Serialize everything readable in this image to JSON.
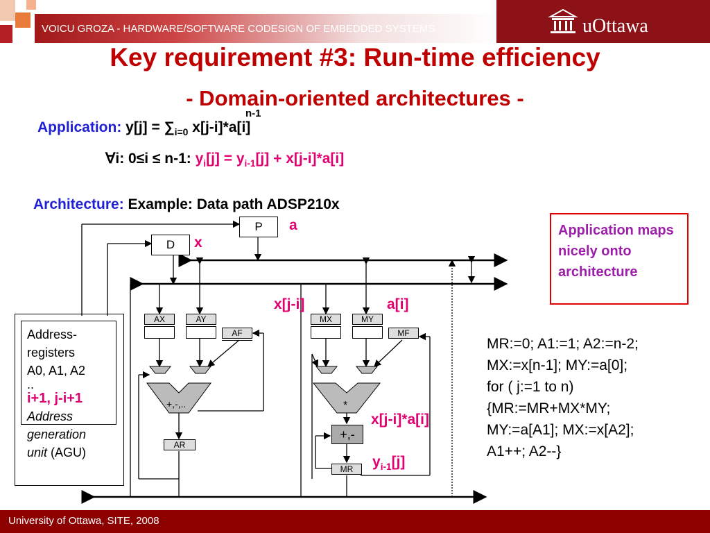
{
  "header": {
    "course": "VOICU GROZA - HARDWARE/SOFTWARE CODESIGN OF EMBEDDED SYSTEMS",
    "logo": "uOttawa",
    "logo_icon": "building-icon"
  },
  "slide": {
    "title": "Key requirement #3: Run-time efficiency",
    "subtitle": "- Domain-oriented architectures -",
    "application_label": "Application:",
    "formula": {
      "lhs": "y[j] = ",
      "sigma": "∑",
      "lower": "i=0",
      "upper": "n-1",
      "rhs": " x[j-i]*a[i]"
    },
    "forall": {
      "quant": "∀i: 0≤i ≤ n-1: ",
      "y1": "y",
      "y1_sub": "i",
      "mid": "[j] = y",
      "y2_sub": "i-1",
      "end": "[j] + x[j-i]*a[i]"
    },
    "architecture_label": "Architecture:",
    "architecture_text": "Example: Data path ADSP210x",
    "note": "Application maps nicely onto architecture",
    "code": [
      "MR:=0; A1:=1; A2:=n-2;",
      "MX:=x[n-1]; MY:=a[0];",
      "for ( j:=1 to n)",
      "{MR:=MR+MX*MY;",
      "MY:=a[A1]; MX:=x[A2];",
      "A1++; A2--}"
    ]
  },
  "diagram": {
    "P": "P",
    "D": "D",
    "a": "a",
    "x": "x",
    "AX": "AX",
    "AY": "AY",
    "AF": "AF",
    "MX": "MX",
    "MY": "MY",
    "MF": "MF",
    "alu_op": "+,-,..",
    "mul_op": "*",
    "add_op": "+,-",
    "AR": "AR",
    "MR": "MR",
    "x_ji": "x[j-i]",
    "a_i": "a[i]",
    "product": "x[j-i]*a[i]",
    "y_prev": "y",
    "y_prev_sub": "i-1",
    "y_prev_end": "[j]",
    "agu": {
      "line1": "Address-",
      "line2": "registers",
      "line3": "A0, A1, A2",
      "line4": "..",
      "highlight": "i+1, j-i+1",
      "italic1": "Address",
      "italic2": "generation",
      "italic3": "unit",
      "tail": " (AGU)"
    }
  },
  "footer": {
    "text": "University of Ottawa, SITE, 2008"
  }
}
